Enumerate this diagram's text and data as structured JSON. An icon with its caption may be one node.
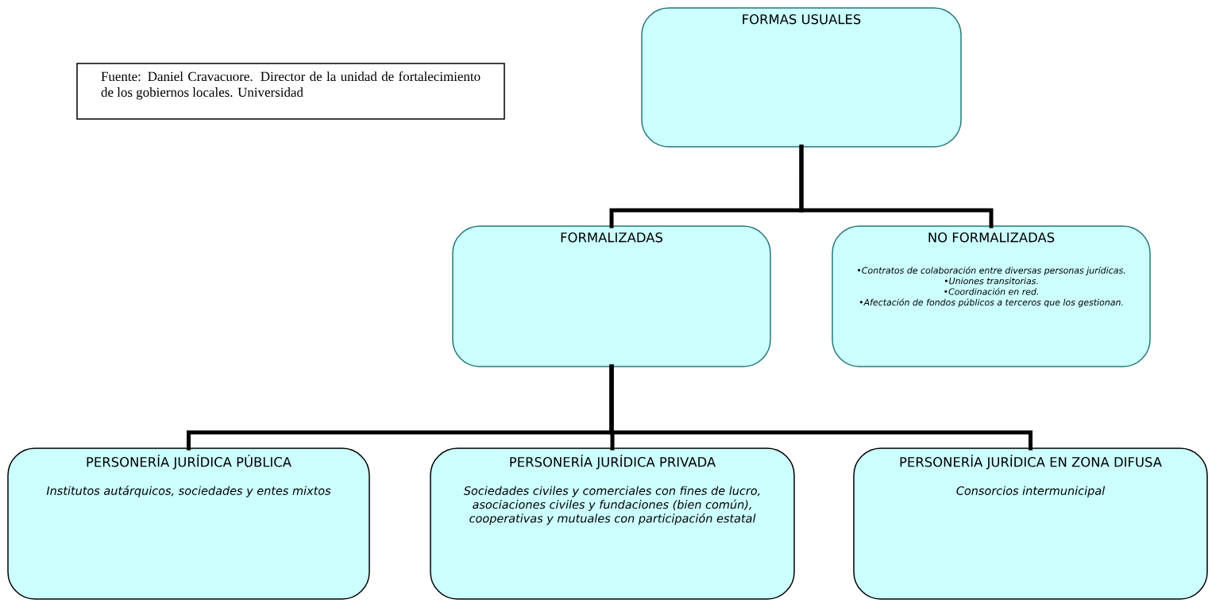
{
  "diagram": {
    "nodes": [
      {
        "text": [
          "FORMAS USUALES"
        ]
      },
      {
        "text": [
          "Fuente: Daniel Cravacuore. Director de la unidad de fortalecimiento de los gobiernos locales. Universidad"
        ]
      },
      {
        "text": [
          "FORMALIZADAS"
        ]
      },
      {
        "text": [
          "NO FORMALIZADAS",
          "•Contratos de colaboración entre diversas personas jurídicas.",
          "•Uniones transitorias.",
          "•Coordinación en red.",
          "•Afectación de fondos públicos a terceros que los gestionan."
        ]
      },
      {
        "text": [
          "PERSONERÍA JURÍDICA PÚBLICA",
          "Institutos autárquicos, sociedades y entes mixtos"
        ]
      },
      {
        "text": [
          "PERSONERÍA JURÍDICA PRIVADA",
          "Sociedades civiles y comerciales con fines de lucro, asociaciones civiles y fundaciones (bien común), cooperativas y mutuales con participación estatal"
        ]
      },
      {
        "text": [
          "PERSONERÍA JURÍDICA EN ZONA DIFUSA",
          "Consorcios intermunicipal"
        ]
      }
    ],
    "edges": [
      {
        "from": 0,
        "to": 2,
        "arrow": "none"
      },
      {
        "from": 0,
        "to": 3,
        "arrow": "none"
      },
      {
        "from": 2,
        "to": 4,
        "arrow": "none"
      },
      {
        "from": 2,
        "to": 5,
        "arrow": "none"
      },
      {
        "from": 2,
        "to": 6,
        "arrow": "none"
      }
    ]
  }
}
